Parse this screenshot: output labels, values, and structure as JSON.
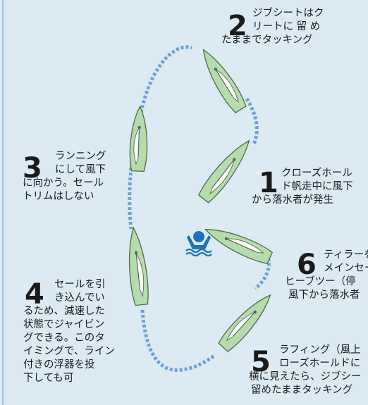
{
  "colors": {
    "background": "#dcebf3",
    "route": "#6f9fd6",
    "hull_fill": "#b6dcae",
    "hull_stroke": "#4f6a4c",
    "sail": "#ffffff",
    "person": "#1e73b8"
  },
  "icons": [
    "person-overboard-icon"
  ],
  "steps": [
    {
      "number": "1",
      "lines": [
        "クローズホール",
        "ド帆走中に風下",
        "から落水者が発生"
      ]
    },
    {
      "number": "2",
      "lines": [
        "ジブシートはク",
        "リートに 留 め",
        "たままでタッキング"
      ]
    },
    {
      "number": "3",
      "lines": [
        "ランニング",
        "にして風下",
        "に向かう。セール",
        "トリムはしない"
      ]
    },
    {
      "number": "4",
      "lines": [
        "セールを引",
        "き込んでい",
        "るため、減速した",
        "状態でジャイビン",
        "グできる。このタ",
        "イミングで、ライン",
        "付きの浮器を投",
        "下しても可"
      ]
    },
    {
      "number": "5",
      "lines": [
        "ラフィング（風上",
        "ローズホールドに",
        "横に見えたら、ジブシー",
        "留めたままタッキング"
      ]
    },
    {
      "number": "6",
      "lines": [
        "ティラーを",
        "メインセー",
        "ヒーブツー（停",
        "風下から落水者"
      ]
    }
  ]
}
